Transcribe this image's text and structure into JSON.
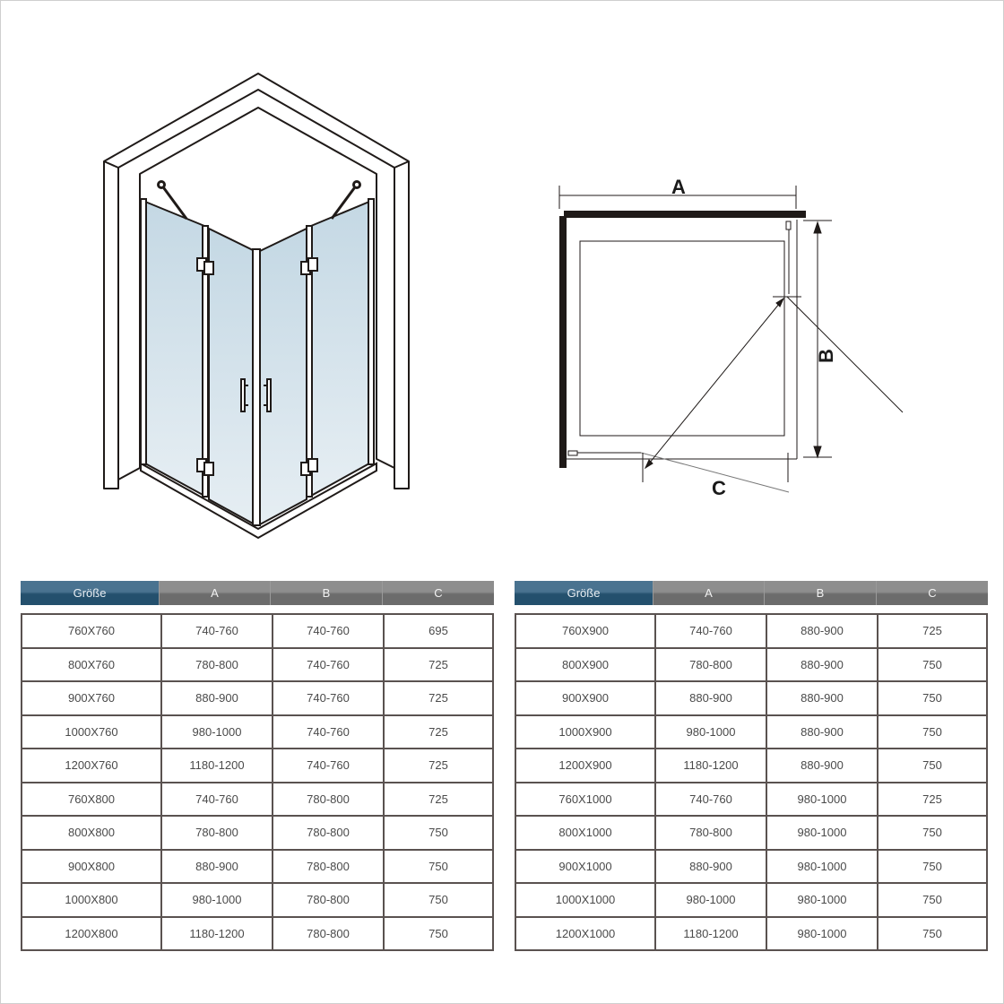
{
  "diagram": {
    "iso_view": "shower-enclosure-corner-entry-bifold-doors",
    "plan_view": {
      "labels": {
        "A": "A",
        "B": "B",
        "C": "C"
      }
    },
    "colors": {
      "glass": "#c9dbe6",
      "line": "#1f1a18",
      "header_primary": "#2f5a77",
      "header_secondary": "#7b7b7b"
    }
  },
  "tables": [
    {
      "headers": [
        "Größe",
        "A",
        "B",
        "C"
      ],
      "rows": [
        [
          "760X760",
          "740-760",
          "740-760",
          "695"
        ],
        [
          "800X760",
          "780-800",
          "740-760",
          "725"
        ],
        [
          "900X760",
          "880-900",
          "740-760",
          "725"
        ],
        [
          "1000X760",
          "980-1000",
          "740-760",
          "725"
        ],
        [
          "1200X760",
          "1180-1200",
          "740-760",
          "725"
        ],
        [
          "760X800",
          "740-760",
          "780-800",
          "725"
        ],
        [
          "800X800",
          "780-800",
          "780-800",
          "750"
        ],
        [
          "900X800",
          "880-900",
          "780-800",
          "750"
        ],
        [
          "1000X800",
          "980-1000",
          "780-800",
          "750"
        ],
        [
          "1200X800",
          "1180-1200",
          "780-800",
          "750"
        ]
      ]
    },
    {
      "headers": [
        "Größe",
        "A",
        "B",
        "C"
      ],
      "rows": [
        [
          "760X900",
          "740-760",
          "880-900",
          "725"
        ],
        [
          "800X900",
          "780-800",
          "880-900",
          "750"
        ],
        [
          "900X900",
          "880-900",
          "880-900",
          "750"
        ],
        [
          "1000X900",
          "980-1000",
          "880-900",
          "750"
        ],
        [
          "1200X900",
          "1180-1200",
          "880-900",
          "750"
        ],
        [
          "760X1000",
          "740-760",
          "980-1000",
          "725"
        ],
        [
          "800X1000",
          "780-800",
          "980-1000",
          "750"
        ],
        [
          "900X1000",
          "880-900",
          "980-1000",
          "750"
        ],
        [
          "1000X1000",
          "980-1000",
          "980-1000",
          "750"
        ],
        [
          "1200X1000",
          "1180-1200",
          "980-1000",
          "750"
        ]
      ]
    }
  ]
}
